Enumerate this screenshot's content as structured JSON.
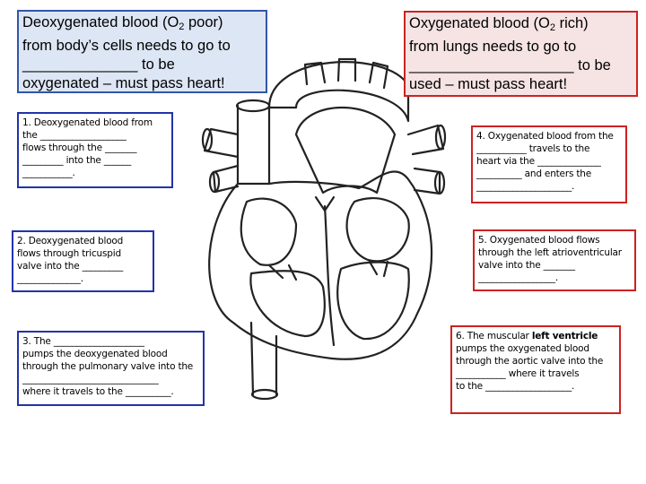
{
  "header_left": {
    "line1_a": "Deoxygenated blood (O",
    "line1_sub": "2",
    "line1_b": " poor)",
    "line2": "from body’s cells needs to go to",
    "line3": "______________ to be",
    "line4": "oxygenated – must pass heart!"
  },
  "header_right": {
    "line1_a": "Oxygenated blood (O",
    "line1_sub": "2",
    "line1_b": " rich)",
    "line2": "from lungs needs to go to",
    "line3": "____________________ to be",
    "line4": "used – must pass heart!"
  },
  "steps": {
    "s1": [
      "1. Deoxygenated blood from",
      "the ___________________",
      "flows through the _______",
      "_________ into the ______",
      "___________."
    ],
    "s2": [
      "2. Deoxygenated blood",
      "flows through tricuspid",
      "valve into the _________",
      "______________."
    ],
    "s3": [
      "3. The ____________________",
      "pumps the deoxygenated blood",
      "through the pulmonary valve into the",
      "______________________________",
      "where it travels to the __________."
    ],
    "s4": [
      "4. Oxygenated blood from the",
      "___________ travels to the",
      "heart via the ______________",
      "__________ and enters the",
      "_____________________."
    ],
    "s5": [
      "5. Oxygenated blood flows",
      "through the left atrioventricular",
      "valve into the _______",
      "_________________."
    ],
    "s6_line1_a": "6. The muscular ",
    "s6_line1_bold": "left ventricle",
    "s6_rest": [
      "pumps the oxygenated blood",
      "through the aortic valve into the",
      "___________ where it travels",
      "to the ___________________."
    ]
  },
  "colors": {
    "left_header_bg": "#dde6f4",
    "left_border": "#2233aa",
    "right_header_bg": "#f6e4e4",
    "right_border": "#cc2222"
  }
}
